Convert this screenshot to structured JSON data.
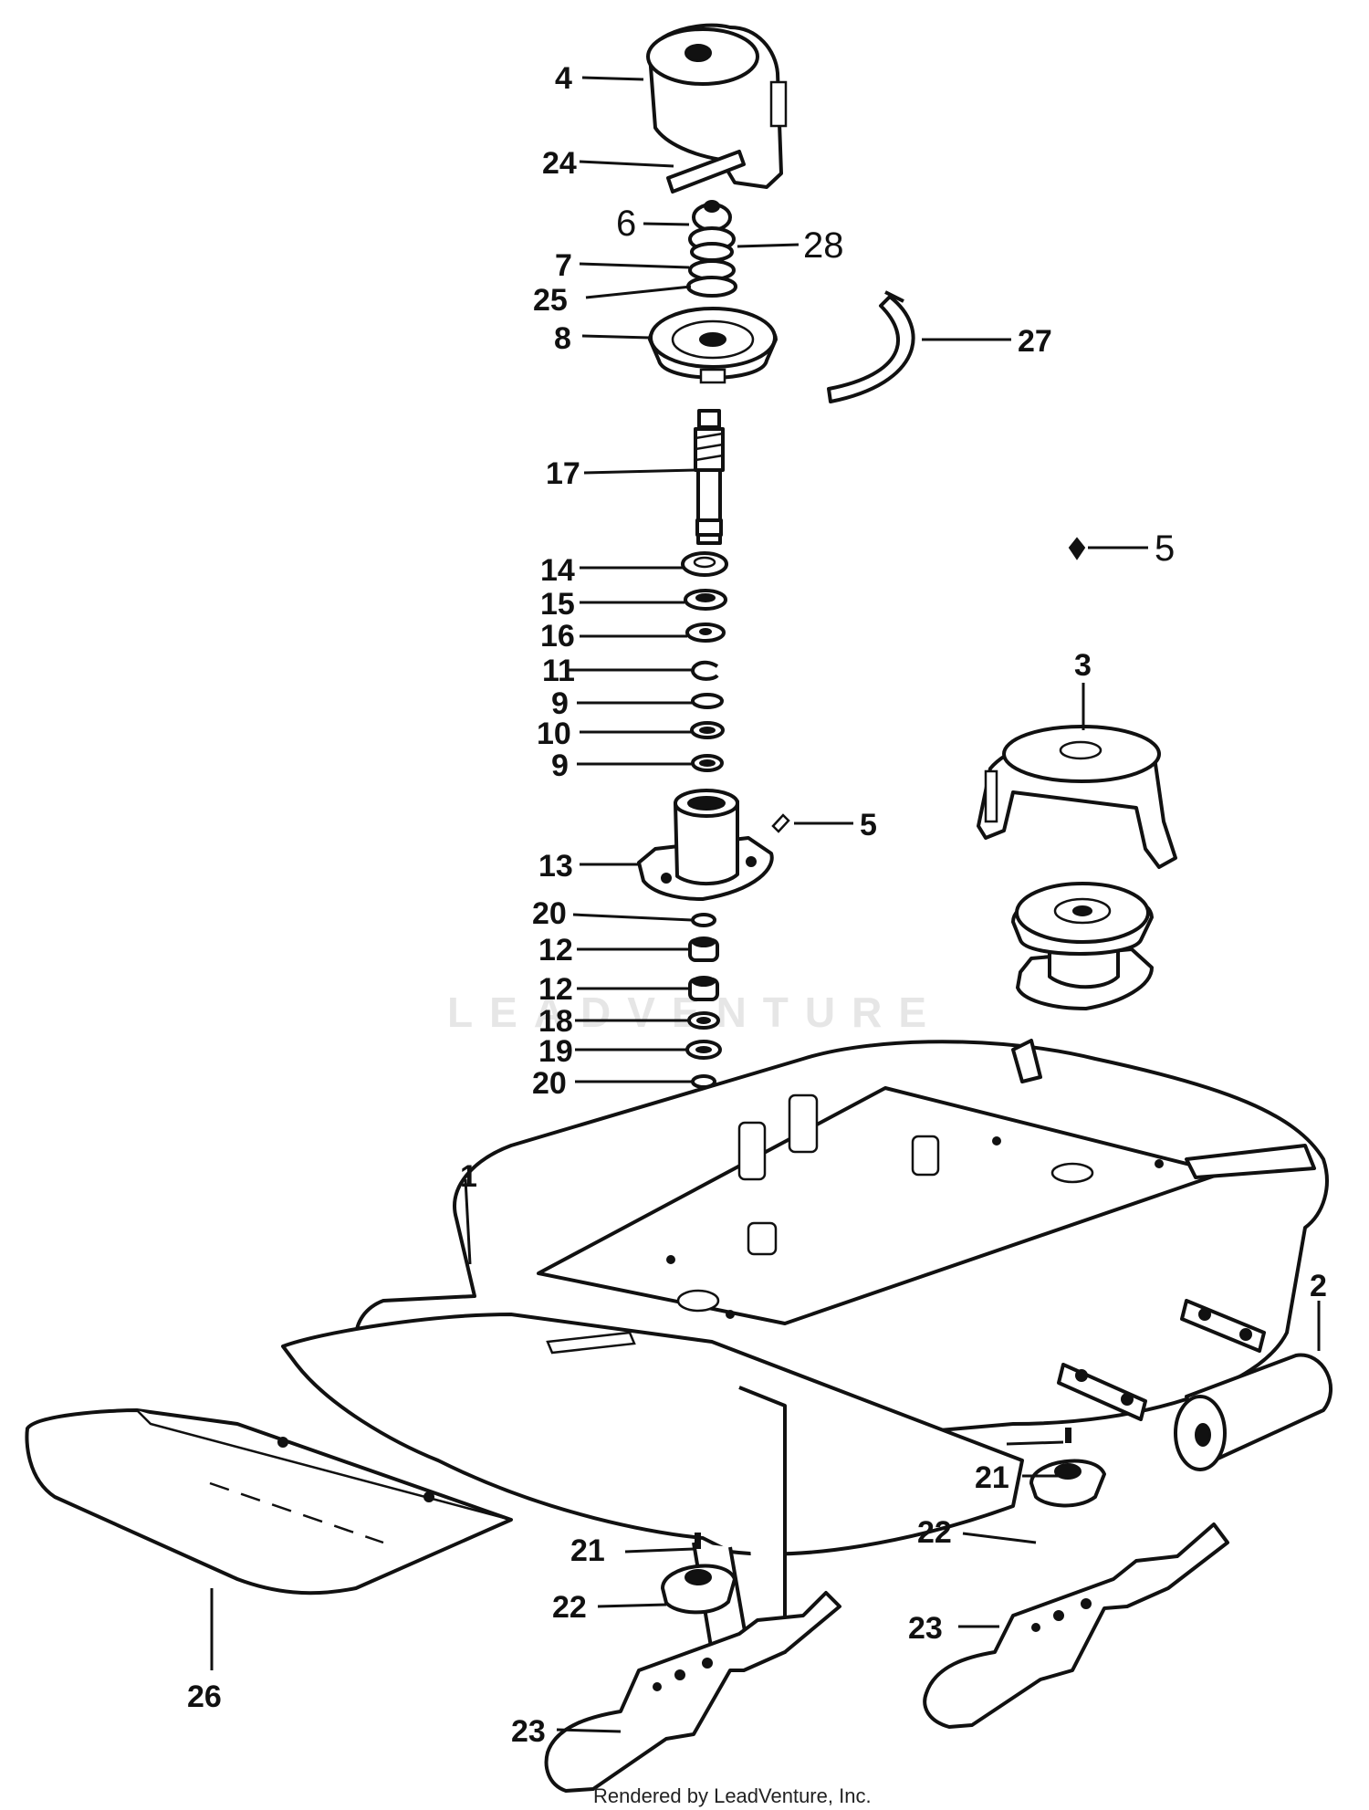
{
  "watermark": "LEADVENTURE",
  "footer": "Rendered by LeadVenture, Inc.",
  "callouts": {
    "c4": "4",
    "c24": "24",
    "c6": "6",
    "c28": "28",
    "c7": "7",
    "c25": "25",
    "c8": "8",
    "c27": "27",
    "c17": "17",
    "c5a": "5",
    "c14": "14",
    "c15": "15",
    "c16": "16",
    "c11": "11",
    "c9a": "9",
    "c10": "10",
    "c9b": "9",
    "c3": "3",
    "c5b": "5",
    "c13": "13",
    "c20a": "20",
    "c12a": "12",
    "c12b": "12",
    "c18": "18",
    "c19": "19",
    "c20b": "20",
    "c1": "1",
    "c2": "2",
    "c21a": "21",
    "c22a": "22",
    "c21b": "21",
    "c22b": "22",
    "c23a": "23",
    "c23b": "23",
    "c26": "26"
  }
}
